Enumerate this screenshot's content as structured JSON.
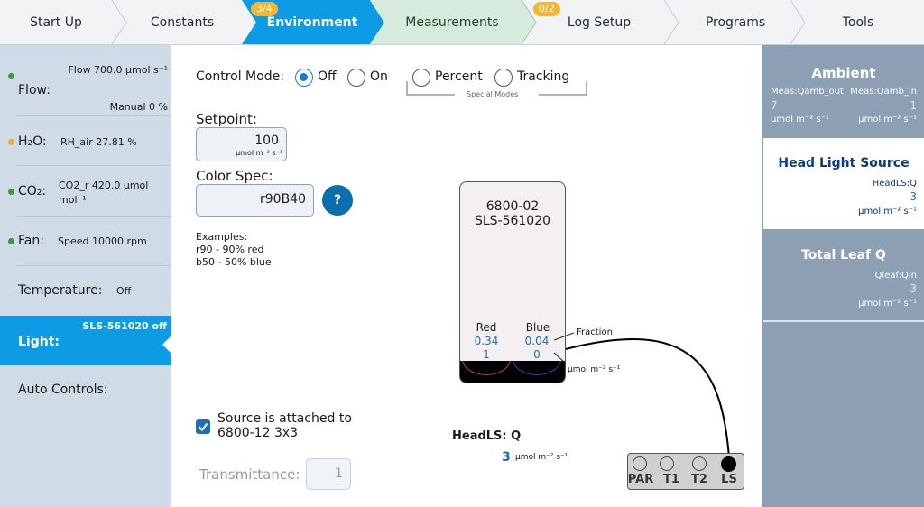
{
  "tabs": [
    {
      "label": "Start Up",
      "badge": null
    },
    {
      "label": "Constants",
      "badge": null
    },
    {
      "label": "Environment",
      "badge": "3/4"
    },
    {
      "label": "Measurements",
      "badge": null
    },
    {
      "label": "Log Setup",
      "badge": "0/2"
    },
    {
      "label": "Programs",
      "badge": null
    },
    {
      "label": "Tools",
      "badge": null
    }
  ],
  "sidebar": {
    "items": [
      {
        "label": "Flow:",
        "value_top": "Flow 700.0 µmol s⁻¹",
        "value_bottom": "Manual 0 %",
        "dot": "#3a9a3a"
      },
      {
        "label": "H₂O:",
        "value": "RH_air 27.81 %",
        "dot": "#f0b020"
      },
      {
        "label": "CO₂:",
        "value": "CO2_r 420.0 µmol mol⁻¹",
        "dot": "#3a9a3a"
      },
      {
        "label": "Fan:",
        "value": "Speed 10000 rpm",
        "dot": "#3a9a3a"
      },
      {
        "label": "Temperature:",
        "value": "Off"
      },
      {
        "label": "Light:",
        "value": "SLS-561020 off"
      },
      {
        "label": "Auto Controls:",
        "value": ""
      }
    ]
  },
  "main": {
    "control_mode_label": "Control Mode:",
    "modes": [
      "Off",
      "On",
      "Percent",
      "Tracking"
    ],
    "special_modes_label": "Special Modes",
    "setpoint_label": "Setpoint:",
    "setpoint_value": "100",
    "setpoint_unit": "µmol m⁻² s⁻¹",
    "color_spec_label": "Color Spec:",
    "color_spec_value": "r90B40",
    "help_label": "?",
    "examples_title": "Examples:",
    "examples": [
      "r90 - 90% red",
      "b50 - 50% blue"
    ],
    "attached_label_line1": "Source is attached to",
    "attached_label_line2": "6800-12 3x3",
    "transmittance_label": "Transmittance:",
    "transmittance_value": "1",
    "device": {
      "model": "6800-02",
      "serial": "SLS-561020",
      "red_label": "Red",
      "blue_label": "Blue",
      "red_fraction": "0.34",
      "blue_fraction": "0.04",
      "red_value": "1",
      "blue_value": "0",
      "fraction_label": "Fraction",
      "unit_label": "µmol m⁻² s⁻¹"
    },
    "headls": {
      "label": "HeadLS: Q",
      "value": "3",
      "unit": "µmol m⁻² s⁻¹"
    },
    "connector_ports": [
      "PAR",
      "T1",
      "T2",
      "LS"
    ]
  },
  "right": {
    "ambient": {
      "title": "Ambient",
      "left_key": "Meas:Qamb_out",
      "right_key": "Meas:Qamb_in",
      "left_value": "7",
      "right_value": "1",
      "unit": "µmol m⁻² s⁻¹"
    },
    "head_light": {
      "title": "Head Light Source",
      "key": "HeadLS:Q",
      "value": "3",
      "unit": "µmol m⁻² s⁻¹"
    },
    "total_leaf": {
      "title": "Total Leaf Q",
      "key": "Qleaf:Qin",
      "value": "3",
      "unit": "µmol m⁻² s⁻¹"
    }
  },
  "colors": {
    "accent": "#0d9be6",
    "mid_tab": "#d6ebdd",
    "panel_right": "#8d9fb3",
    "sidebar": "#cfdbe6",
    "badge": "#f5b731"
  }
}
